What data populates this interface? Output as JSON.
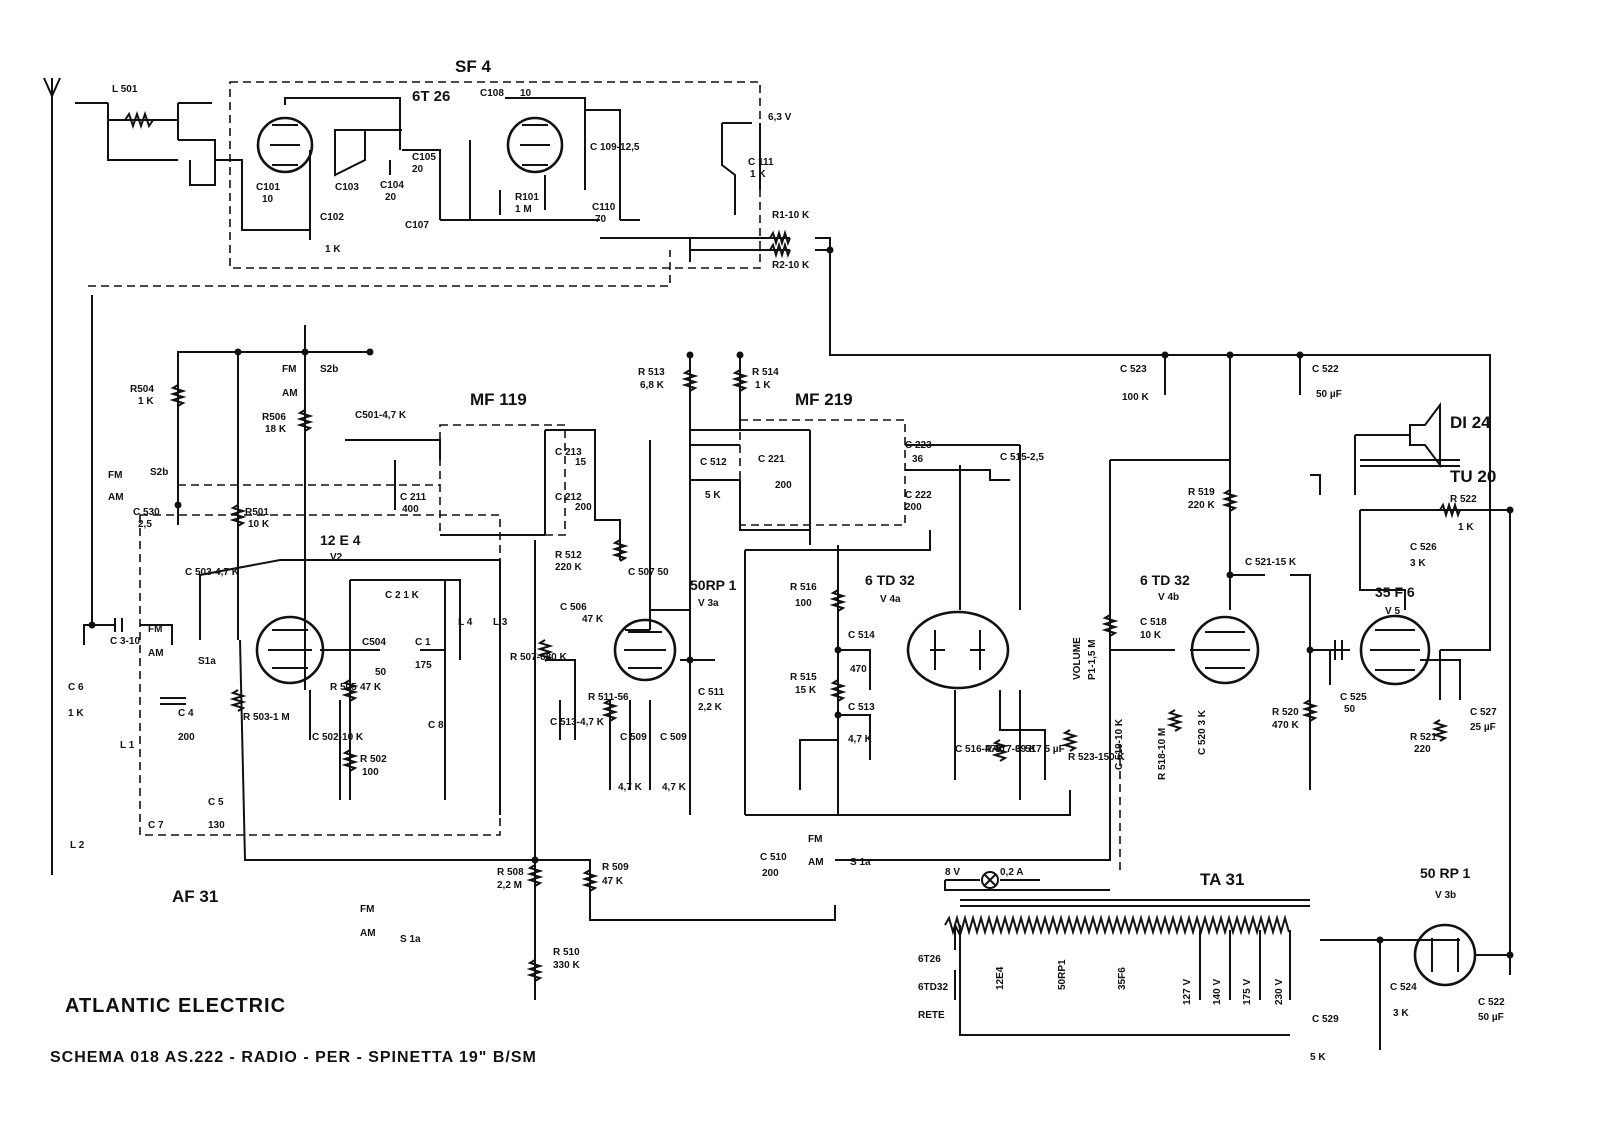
{
  "labels": {
    "sf4": "SF 4",
    "v6t26": "6T 26",
    "l501": "L 501",
    "c108": "C108",
    "c108_val": "10",
    "c105": "C105",
    "c105_val": "20",
    "c103": "C103",
    "c104": "C104",
    "c104_val": "20",
    "c101": "C101",
    "c101_val": "10",
    "c102": "C102",
    "c102_val": "1 K",
    "c107": "C107",
    "c109": "C 109-12,5",
    "c110": "C110",
    "c110_val": "70",
    "r101": "R101",
    "r101_val": "1 M",
    "c111": "C 111",
    "c111_val": "1 K",
    "v63": "6,3 V",
    "r1": "R1-10 K",
    "r2": "R2-10 K",
    "mf119": "MF 119",
    "mf219": "MF 219",
    "r504": "R504",
    "r504_val": "1 K",
    "r506": "R506",
    "r506_val": "18 K",
    "c501": "C501-4,7 K",
    "fm": "FM",
    "am": "AM",
    "s2b": "S2b",
    "c530": "C 530",
    "c530_val": "2,5",
    "r501": "R501",
    "r501_val": "10 K",
    "c211": "C 211",
    "c211_val": "400",
    "c212": "C 212",
    "c212_val": "200",
    "c213": "C 213",
    "c213_val": "15",
    "v12e4": "12 E 4",
    "v2": "V2",
    "c503": "C 503-4,7 K",
    "c310": "C 3-10",
    "s1a": "S1a",
    "c21": "C 2 1 K",
    "c504": "C504",
    "c504_val": "50",
    "c1": "C 1",
    "c1_val": "175",
    "l4": "L 4",
    "l3": "L 3",
    "r505": "R 505",
    "r505_val": "47 K",
    "r503": "R 503-1 M",
    "c8": "C 8",
    "c502": "C 502-10 K",
    "r502": "R 502",
    "r502_val": "100",
    "c6": "C 6",
    "c6_val": "1 K",
    "c4": "C 4",
    "c4_val": "200",
    "l1": "L 1",
    "l2": "L 2",
    "c7": "C 7",
    "c5": "C 5",
    "c5_val": "130",
    "af31": "AF 31",
    "r513": "R 513",
    "r513_val": "6,8 K",
    "r514": "R 514",
    "r514_val": "1 K",
    "c512": "C 512",
    "c512_val": "5 K",
    "c221": "C 221",
    "c221_val": "200",
    "c223": "C 223",
    "c223_val": "36",
    "c222": "C 222",
    "c222_val": "200",
    "c515": "C 515-2,5",
    "r512": "R 512",
    "r512_val": "220 K",
    "c507": "C 507 50",
    "c506": "C 506",
    "c506_val": "47 K",
    "r507": "R 507-680 K",
    "v50rp1": "50RP 1",
    "v3a": "V 3a",
    "r516": "R 516",
    "r516_val": "100",
    "v6td32": "6 TD 32",
    "v4a": "V 4a",
    "c514": "C 514",
    "c514_val": "470",
    "r515": "R 515",
    "r515_val": "15 K",
    "c513": "C 513",
    "c513_val": "4,7 K",
    "c511": "C 511",
    "c511_val": "2,2 K",
    "r511": "R 511-56",
    "c513b": "C 513-4,7 K",
    "c509": "C 509",
    "v47k": "4,7 K",
    "c516": "C 516-470",
    "r517": "R 517-39 K",
    "c517": "C 517 5 µF",
    "r523": "R 523-150 K",
    "c510": "C 510",
    "c510_val": "200",
    "r509": "R 509",
    "r509_val": "47 K",
    "r508": "R 508",
    "r508_val": "2,2 M",
    "r510": "R 510",
    "r510_val": "330 K",
    "s1a2": "S 1a",
    "c523": "C 523",
    "c523_val": "100 K",
    "c522": "C 522",
    "c522_val": "50 µF",
    "di24": "DI 24",
    "tu20": "TU 20",
    "r522": "R 522",
    "r522_val": "1 K",
    "r519": "R 519",
    "r519_val": "220 K",
    "c521": "C 521-15 K",
    "c526": "C 526",
    "c526_val": "3 K",
    "v6td32b": "6 TD 32",
    "v4b": "V 4b",
    "v35f6": "35 F 6",
    "v5": "V 5",
    "volume": "VOLUME",
    "p1": "P1-1,5 M",
    "c518": "C 518",
    "c518_val": "10 K",
    "c519": "C 519-10 K",
    "r518": "R 518-10 M",
    "c520": "C 520 3 K",
    "r520": "R 520",
    "r520_val": "470 K",
    "c525": "C 525",
    "c525_val": "50",
    "r521": "R 521",
    "r521_val": "220",
    "c527": "C 527",
    "c527_val": "25 µF",
    "ta31": "TA 31",
    "v8": "8 V",
    "a02": "0,2 A",
    "f6t26": "6T26",
    "f6td32": "6TD32",
    "rete": "RETE",
    "f12e4": "12E4",
    "f50rp1": "50RP1",
    "f35f6": "35F6",
    "v127": "127 V",
    "v140": "140 V",
    "v175": "175 V",
    "v230": "230 V",
    "c529": "C 529",
    "c529_val": "5 K",
    "c524": "C 524",
    "c524_val": "3 K",
    "c522b": "C 522",
    "c522b_val": "50 µF",
    "v50rp1b": "50 RP 1",
    "v3b": "V 3b"
  },
  "footer": {
    "brand": "ATLANTIC ELECTRIC",
    "schema": "SCHEMA  018   AS.222 - RADIO - PER - SPINETTA  19\" B/SM"
  }
}
